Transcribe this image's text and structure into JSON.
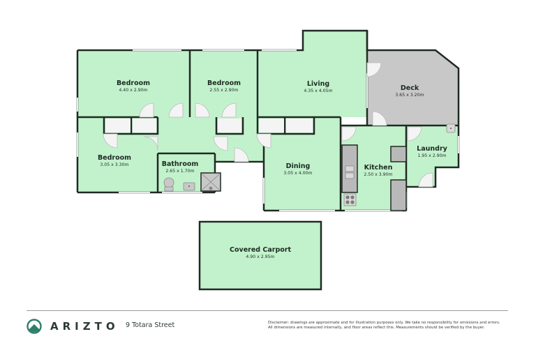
{
  "plan": {
    "rooms": [
      {
        "name": "Bedroom",
        "dims": "4.40 x 2.90m"
      },
      {
        "name": "Bedroom",
        "dims": "2.55 x 2.90m"
      },
      {
        "name": "Living",
        "dims": "4.35 x 4.05m"
      },
      {
        "name": "Deck",
        "dims": "3.65 x 3.20m"
      },
      {
        "name": "Bedroom",
        "dims": "3.05 x 3.30m"
      },
      {
        "name": "Bathroom",
        "dims": "2.65 x 1.70m"
      },
      {
        "name": "Dining",
        "dims": "3.05 x 4.00m"
      },
      {
        "name": "Kitchen",
        "dims": "2.50 x 3.90m"
      },
      {
        "name": "Laundry",
        "dims": "1.95 x 2.90m"
      },
      {
        "name": "Covered Carport",
        "dims": "4.90 x 2.95m"
      }
    ],
    "colors": {
      "interior": "#c2f2cc",
      "deck": "#c8c8c8",
      "wall": "#1f2a22",
      "fixture": "#b9b9b9",
      "door": "#f4f4f4"
    }
  },
  "footer": {
    "brand": "ARIZTO",
    "address": "9 Totara Street",
    "disclaimer_line1": "Disclaimer: drawings are approximate and for illustration purposes only. We take no responsibility for omissions and errors.",
    "disclaimer_line2": "All dimensions are measured internally, and floor areas reflect this. Measurements should be verified by the buyer."
  }
}
